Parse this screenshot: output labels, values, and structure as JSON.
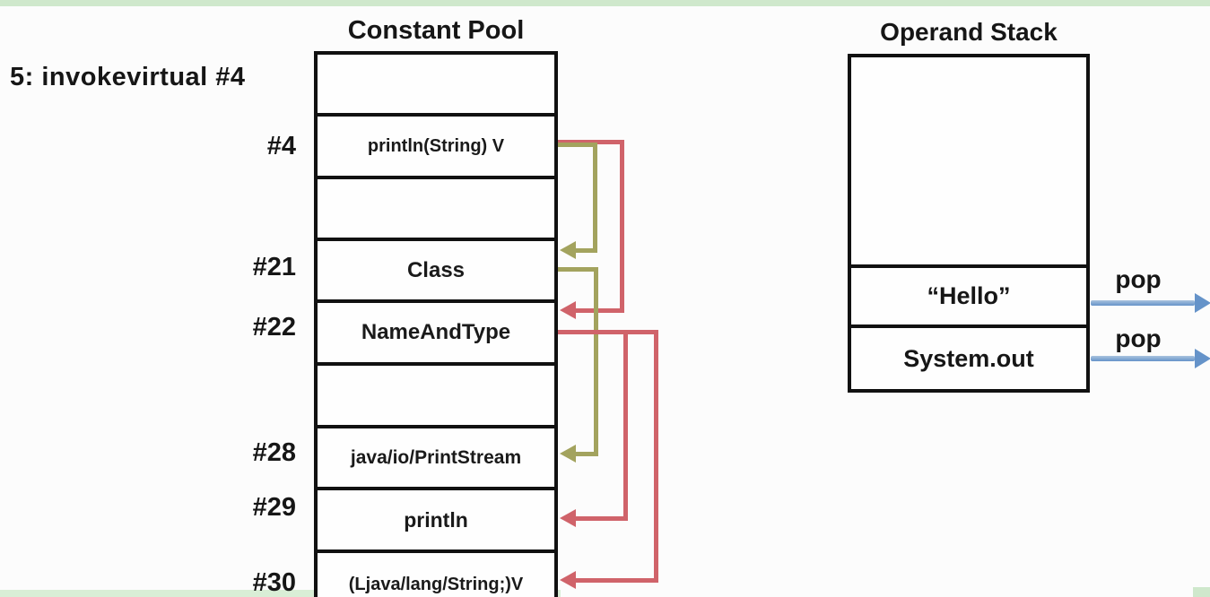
{
  "instruction": "5: invokevirtual #4",
  "constant_pool": {
    "title": "Constant Pool",
    "rows": [
      {
        "index": "",
        "value": ""
      },
      {
        "index": "#4",
        "value": "println(String) V"
      },
      {
        "index": "",
        "value": ""
      },
      {
        "index": "#21",
        "value": "Class"
      },
      {
        "index": "#22",
        "value": "NameAndType"
      },
      {
        "index": "",
        "value": ""
      },
      {
        "index": "#28",
        "value": "java/io/PrintStream"
      },
      {
        "index": "#29",
        "value": "println"
      },
      {
        "index": "#30",
        "value": "(Ljava/lang/String;)V"
      }
    ],
    "references": [
      {
        "from": "#4",
        "to": "#21",
        "kind": "class-ref"
      },
      {
        "from": "#4",
        "to": "#22",
        "kind": "name-and-type-ref"
      },
      {
        "from": "#21",
        "to": "#28",
        "kind": "class-ref"
      },
      {
        "from": "#22",
        "to": "#29",
        "kind": "name-and-type-ref"
      },
      {
        "from": "#22",
        "to": "#30",
        "kind": "name-and-type-ref"
      }
    ]
  },
  "operand_stack": {
    "title": "Operand Stack",
    "entries": [
      {
        "value": "“Hello”",
        "action": "pop"
      },
      {
        "value": "System.out",
        "action": "pop"
      }
    ]
  },
  "colors": {
    "class_ref_arrow": "#a3a35e",
    "name_type_arrow": "#d0636a",
    "pop_arrow": "#6593c9",
    "pop_arrow_light": "#a9c3de",
    "frame_strip": "#cfe8cc",
    "background": "#fcfcfc",
    "line": "#111111"
  }
}
